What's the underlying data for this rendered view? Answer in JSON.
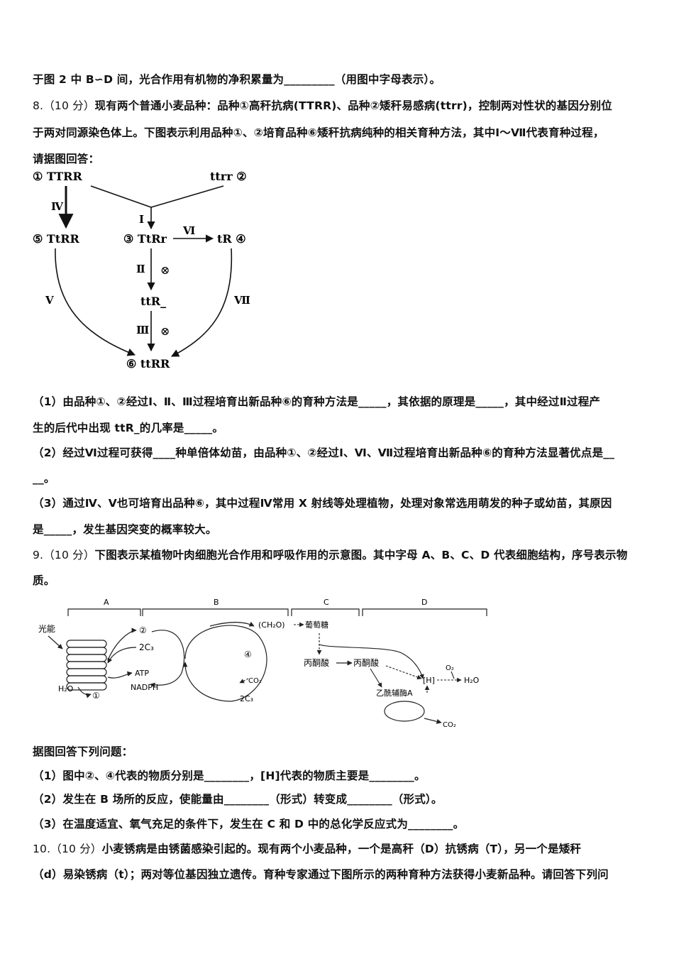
{
  "lines": {
    "l1": "于图 2 中 B∽D 间，光合作用有机物的净积累量为_________（用图中字母表示）。",
    "q8_num": "8.（10 分）",
    "q8_l1": "现有两个普通小麦品种：品种①高秆抗病(TTRR)、品种②矮秆易感病(ttrr)，控制两对性状的基因分别位",
    "q8_l2": "于两对同源染色体上。下图表示利用品种①、②培育品种⑥矮秆抗病纯种的相关育种方法，其中Ⅰ～Ⅶ代表育种过程，",
    "q8_l3": "请据图回答：",
    "q8_1a": "（1）由品种①、②经过Ⅰ、Ⅱ、Ⅲ过程培育出新品种⑥的育种方法是_____，其依据的原理是_____，其中经过Ⅱ过程产",
    "q8_1b": "生的后代中出现 ttR_的几率是_____。",
    "q8_2a": "（2）经过Ⅵ过程可获得____种单倍体幼苗，由品种①、②经过Ⅰ、Ⅵ、Ⅶ过程培育出新品种⑥的育种方法显著优点是__",
    "q8_2b": "__。",
    "q8_3a": "（3）通过Ⅳ、Ⅴ也可培育出品种⑥，其中过程Ⅳ常用 X 射线等处理植物，处理对象常选用萌发的种子或幼苗，其原因",
    "q8_3b": "是_____，发生基因突变的概率较大。",
    "q9_num": "9.（10 分）",
    "q9_l1": "下图表示某植物叶肉细胞光合作用和呼吸作用的示意图。其中字母 A、B、C、D 代表细胞结构，序号表示物",
    "q9_l2": "质。",
    "q9_intro": "据图回答下列问题：",
    "q9_1": "（1）图中②、④代表的物质分别是________，[H]代表的物质主要是________。",
    "q9_2": "（2）发生在 B 场所的反应，使能量由________（形式）转变成________（形式）。",
    "q9_3": "（3）在温度适宜、氧气充足的条件下，发生在 C 和 D 中的总化学反应式为________。",
    "q10_num": "10.（10 分）",
    "q10_l1": "小麦锈病是由锈菌感染引起的。现有两个小麦品种，一个是高秆（D）抗锈病（T），另一个是矮秆",
    "q10_l2": "（d）易染锈病（t）；两对等位基因独立遗传。育种专家通过下图所示的两种育种方法获得小麦新品种。请回答下列问"
  },
  "diagram1": {
    "n1": "① TTRR",
    "n2": "ttrr ②",
    "n3": "③ TtRr",
    "n4": "tR ④",
    "n5": "⑤ TtRR",
    "n6": "⑥ ttRR",
    "mid": "ttR_",
    "p1": "Ⅰ",
    "p2": "Ⅱ",
    "p3": "Ⅲ",
    "p4": "Ⅳ",
    "p5": "Ⅴ",
    "p6": "Ⅵ",
    "p7": "Ⅶ",
    "self": "⊗"
  },
  "diagram2": {
    "A": "A",
    "B": "B",
    "C": "C",
    "D": "D",
    "light": "光能",
    "c2": "②",
    "c3": "2C₃",
    "c4": "④",
    "c1": "①",
    "atp": "ATP",
    "nadph": "NADPH",
    "h2o_left": "H₂O",
    "co2_calvin": "CO₂",
    "ch2o": "(CH₂O)",
    "glucose": "葡萄糖",
    "pyr1": "丙酮酸",
    "pyr2": "丙酮酸",
    "h": "[H]",
    "o2": "O₂",
    "h2o_right": "H₂O",
    "acetyl": "乙酰辅酶A",
    "co2_cycle": "CO₂"
  }
}
